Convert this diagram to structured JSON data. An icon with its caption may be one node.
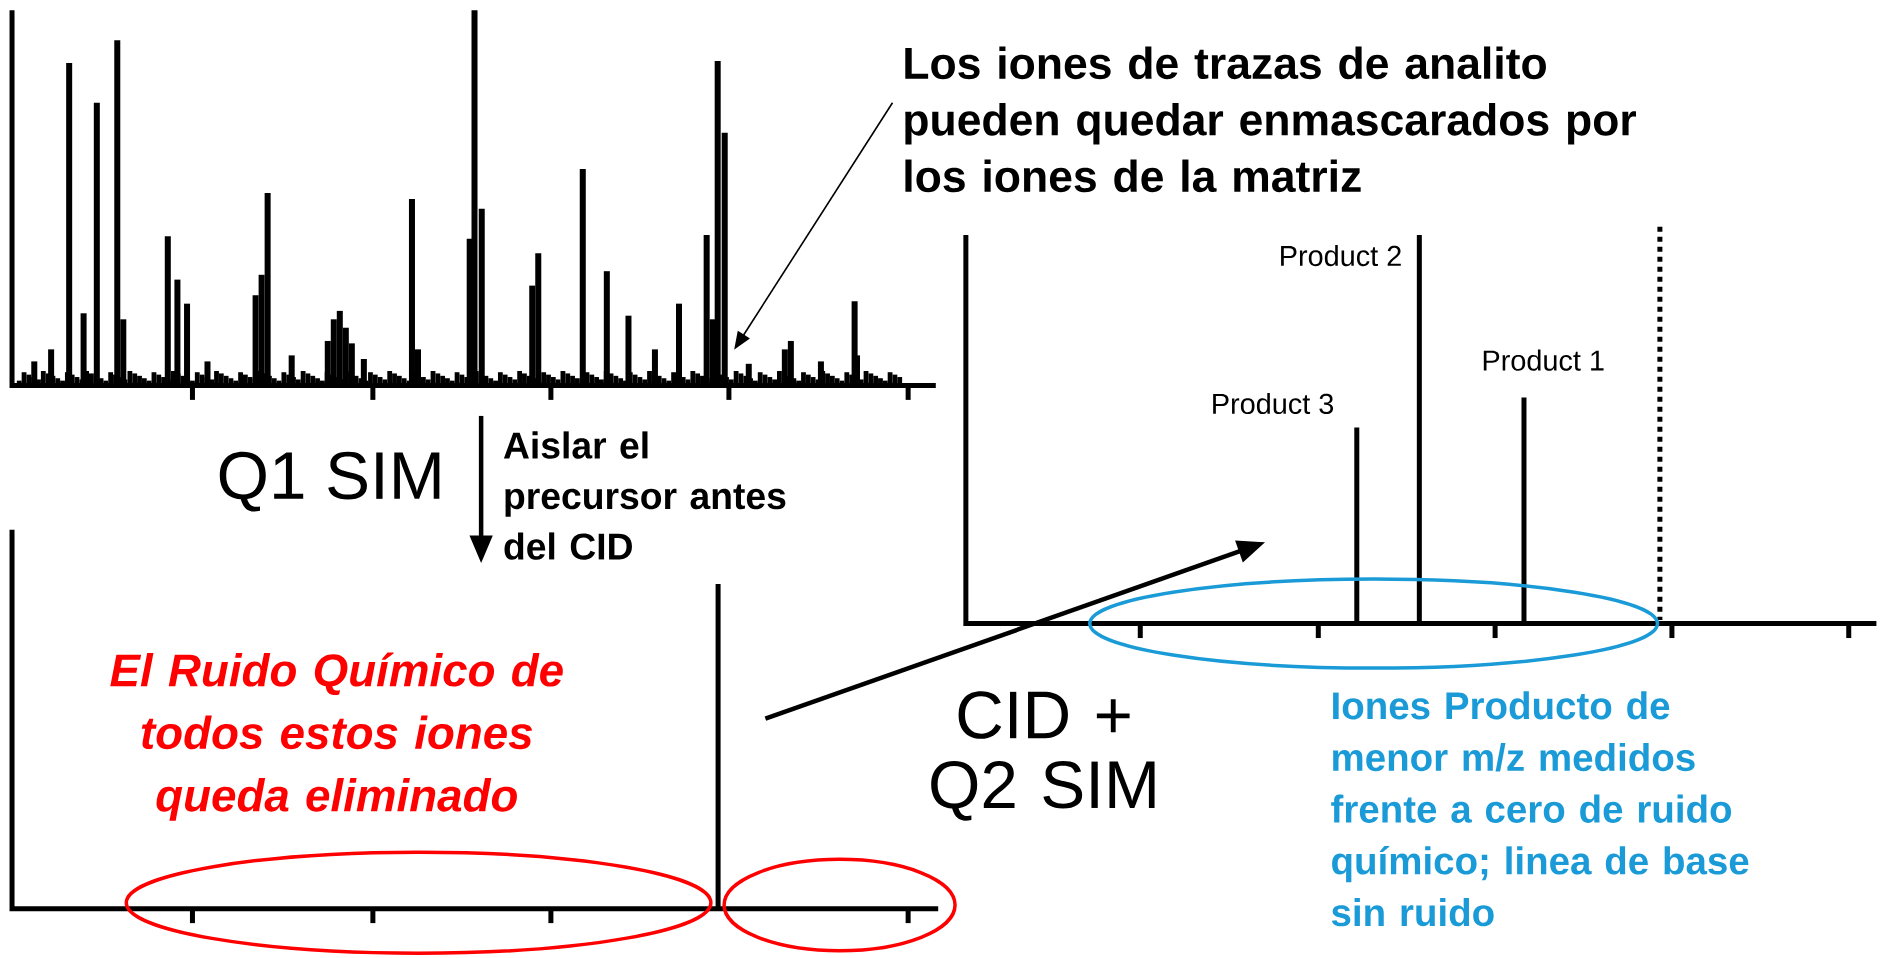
{
  "diagram": {
    "nodes": [
      {
        "text": [],
        "shape": "picture"
      },
      {
        "text": [],
        "shape": "bar",
        "in": 0
      },
      {
        "text": [],
        "shape": "picture"
      },
      {
        "text": [],
        "shape": "picture"
      },
      {
        "text": [
          "Los iones de trazas de analito pueden quedar enmascarados por los iones de la matriz"
        ]
      }
    ],
    "edges": [
      {
        "from": 4,
        "to": 1,
        "arrow": "to"
      },
      {
        "from": 0,
        "to": 2,
        "arrow": "to",
        "label": "Q1 SIM"
      },
      {
        "from": 2,
        "to": 3,
        "arrow": "to",
        "label": "CID + Q2 SIM"
      }
    ],
    "labels": [
      "Aislar el precursor antes del CID",
      "Product 2",
      "Product 1",
      "Product 3",
      "El Ruido Químico de todos estos iones queda eliminado",
      "Iones Producto de menor m/z medidos frente a cero de ruido químico; linea de base sin ruido"
    ]
  }
}
